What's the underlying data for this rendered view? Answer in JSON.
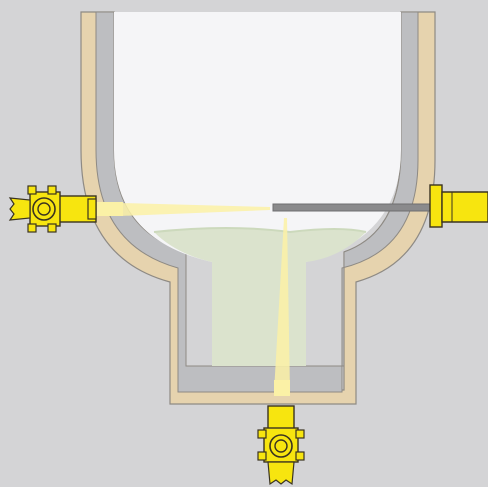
{
  "colors": {
    "background": "#d4d4d6",
    "insulation": "#e6d3ae",
    "insulation_edge": "#8e8a84",
    "steel_wall": "#bdbec1",
    "vessel_interior": "#f5f5f7",
    "liquid": "#dbe3cd",
    "liquid_surface": "#ccd9bc",
    "beam": "#fbf1a6",
    "sensor_yellow": "#f7e50f",
    "sensor_outline": "#3a3320",
    "rod": "#8a8a8c"
  },
  "components": [
    {
      "name": "vessel",
      "icon": "tank-icon"
    },
    {
      "name": "insulation-jacket",
      "icon": "insulation-icon"
    },
    {
      "name": "liquid-fill",
      "icon": "liquid-icon"
    },
    {
      "name": "left-radiometric-sensor",
      "icon": "sensor-icon"
    },
    {
      "name": "bottom-radiometric-sensor",
      "icon": "sensor-icon"
    },
    {
      "name": "right-rod-probe",
      "icon": "probe-icon"
    }
  ]
}
